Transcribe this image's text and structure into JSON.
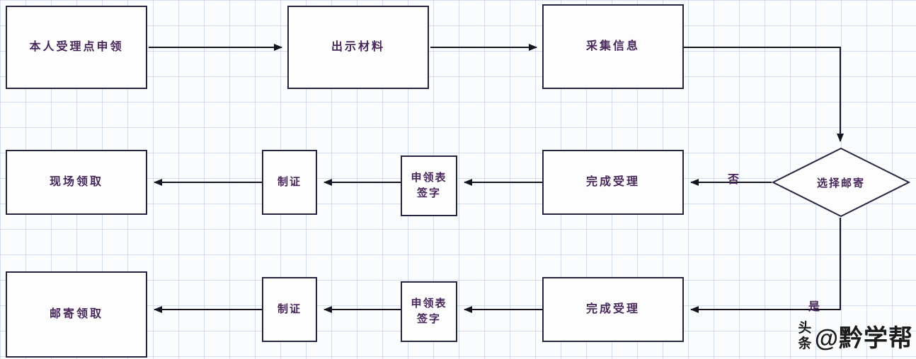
{
  "flowchart": {
    "nodes": {
      "apply": "本人受理点申领",
      "show_materials": "出示材料",
      "collect_info": "采集信息",
      "choose_mail": "选择邮寄",
      "complete_accept_1": "完成受理",
      "sign_form_1": "申领表\n签字",
      "make_card_1": "制证",
      "onsite_pickup": "现场领取",
      "complete_accept_2": "完成受理",
      "sign_form_2": "申领表\n签字",
      "make_card_2": "制证",
      "mail_pickup": "邮寄领取"
    },
    "edge_labels": {
      "no": "否",
      "yes": "是"
    },
    "colors": {
      "node_border": "#262540",
      "node_text": "#47265a",
      "arrow": "#141420",
      "grid_line": "#a5bcdc"
    }
  },
  "watermark": {
    "brand": "头条",
    "handle": "@黔学帮"
  }
}
